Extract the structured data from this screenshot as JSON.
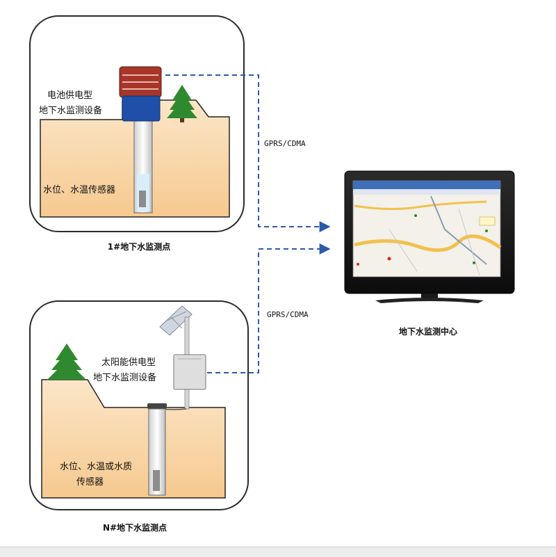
{
  "station1": {
    "device_label_line1": "电池供电型",
    "device_label_line2": "地下水监测设备",
    "sensor_label": "水位、水温传感器",
    "caption": "1#地下水监测点"
  },
  "station2": {
    "device_label_line1": "太阳能供电型",
    "device_label_line2": "地下水监测设备",
    "sensor_label_line1": "水位、水温或水质",
    "sensor_label_line2": "传感器",
    "caption": "N#地下水监测点"
  },
  "link1": {
    "label": "GPRS/CDMA"
  },
  "link2": {
    "label": "GPRS/CDMA"
  },
  "center": {
    "caption": "地下水监测中心"
  },
  "colors": {
    "soil": "#f7d9ad",
    "soil_light": "#fbecd3",
    "tree": "#2f8a2f",
    "device_blue": "#1f4fa8",
    "device_red": "#a8352a",
    "dash": "#2a5aa8",
    "map_road": "#f2c14e"
  }
}
